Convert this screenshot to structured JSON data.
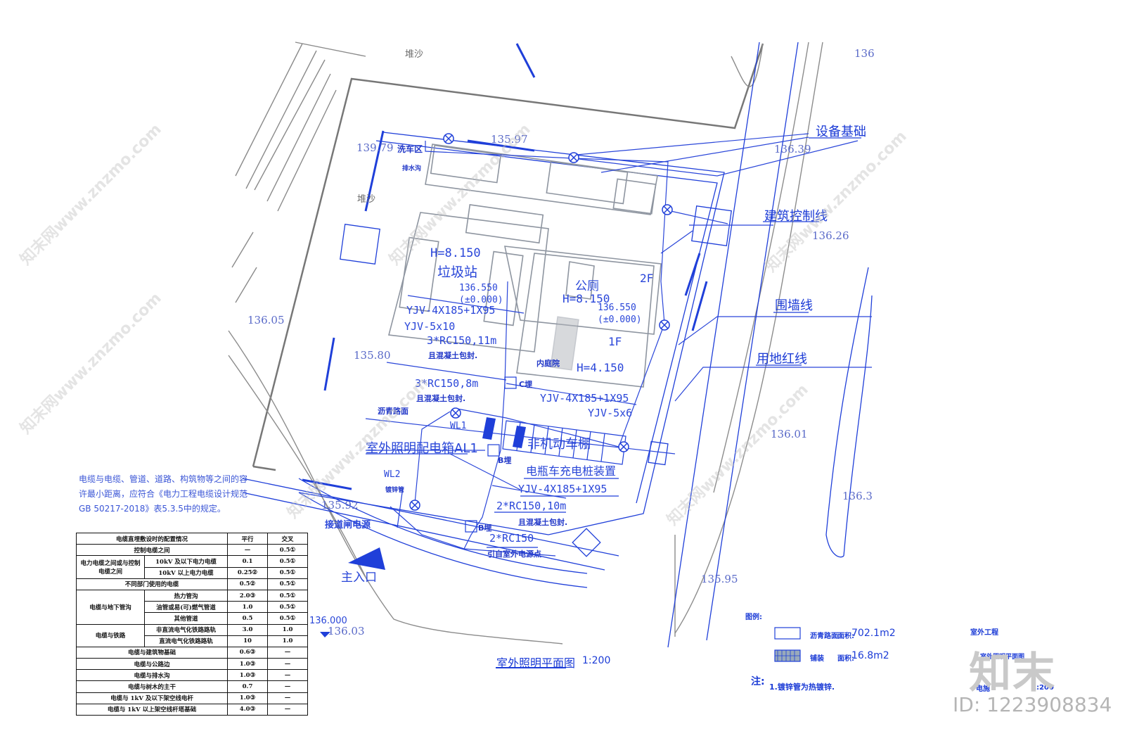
{
  "labels": {
    "sand_top": "堆沙",
    "sand_mid": "堆沙",
    "car_wash": "洗车区",
    "drain": "排水沟",
    "equipment_base": "设备基础",
    "building_control": "建筑控制线",
    "wall_line": "围墙线",
    "red_line": "用地红线",
    "garbage_station": "垃圾站",
    "garbage_h": "H=8.150",
    "garbage_elev1": "136.550",
    "garbage_elev2": "(±0.000)",
    "toilet": "公厕",
    "toilet_h": "H=8.150",
    "toilet_elev1": "136.550",
    "toilet_elev2": "(±0.000)",
    "floor_2f": "2F",
    "floor_1f": "1F",
    "courtyard": "内庭院",
    "h_4150": "H=4.150",
    "asphalt": "沥青路面",
    "outdoor_box": "室外照明配电箱AL1",
    "wl1": "WL1",
    "wl2": "WL2",
    "nonmotor": "非机动车棚",
    "ev_charge": "电瓶车充电桩装置",
    "gate_power": "接道闸电源",
    "main_entrance": "主入口",
    "c_pit": "C埋",
    "b_pit1": "B埋",
    "b_pit2": "B埋",
    "wm_pipe": "镀锌管",
    "from_outdoor": "引自室外电源点"
  },
  "cables": {
    "c1": "YJV-4X185+1X95",
    "c2": "YJV-5x10",
    "c3": "3*RC150,11m",
    "c3_note": "且混凝土包封.",
    "c4": "3*RC150,8m",
    "c4_note": "且混凝土包封.",
    "c5": "YJV-4X185+1X95",
    "c6": "YJV-5x6",
    "c7": "YJV-4X185+1X95",
    "c8": "2*RC150,10m",
    "c8_note": "且混凝土包封.",
    "c9": "2*RC150"
  },
  "elevations": {
    "e1": "139.79",
    "e2": "135.97",
    "e3": "136.39",
    "e4": "136.26",
    "e5": "136.05",
    "e6": "135.80",
    "e7": "136.01",
    "e8": "135.92",
    "e9": "135.95",
    "e10": "136.03",
    "e11": "136.000",
    "e12": "136",
    "e13": "136.3"
  },
  "note": "电缆与电缆、管道、道路、构筑物等之间的容许最小距离，应符合《电力工程电缆设计规范GB 50217-2018》表5.3.5中的规定。",
  "table": {
    "headers": [
      "电缆直埋敷设时的配置情况",
      "平行",
      "交叉"
    ],
    "rows": [
      {
        "group": "",
        "item": "控制电缆之间",
        "parallel": "—",
        "cross": "0.5①"
      },
      {
        "group": "电力电缆之间或与控制电缆之间",
        "item": "10kV 及以下电力电缆",
        "parallel": "0.1",
        "cross": "0.5①"
      },
      {
        "group": "",
        "item": "10kV 以上电力电缆",
        "parallel": "0.25②",
        "cross": "0.5①"
      },
      {
        "group": "",
        "item": "不同部门使用的电缆",
        "parallel": "0.5②",
        "cross": "0.5①"
      },
      {
        "group": "电缆与地下管沟",
        "item": "热力管沟",
        "parallel": "2.0③",
        "cross": "0.5①"
      },
      {
        "group": "",
        "item": "油管或易(可)燃气管道",
        "parallel": "1.0",
        "cross": "0.5①"
      },
      {
        "group": "",
        "item": "其他管道",
        "parallel": "0.5",
        "cross": "0.5①"
      },
      {
        "group": "电缆与铁路",
        "item": "非直流电气化铁路路轨",
        "parallel": "3.0",
        "cross": "1.0"
      },
      {
        "group": "",
        "item": "直流电气化铁路路轨",
        "parallel": "10",
        "cross": "1.0"
      },
      {
        "group": "",
        "item": "电缆与建筑物基础",
        "parallel": "0.6③",
        "cross": "—"
      },
      {
        "group": "",
        "item": "电缆与公路边",
        "parallel": "1.0③",
        "cross": "—"
      },
      {
        "group": "",
        "item": "电缆与排水沟",
        "parallel": "1.0③",
        "cross": "—"
      },
      {
        "group": "",
        "item": "电缆与树木的主干",
        "parallel": "0.7",
        "cross": "—"
      },
      {
        "group": "",
        "item": "电缆与 1kV 及以下架空线电杆",
        "parallel": "1.0③",
        "cross": "—"
      },
      {
        "group": "",
        "item": "电缆与 1kV 以上架空线杆塔基础",
        "parallel": "4.0③",
        "cross": "—"
      }
    ]
  },
  "title": {
    "name": "室外照明平面图",
    "scale": "1:200"
  },
  "legend": {
    "heading": "图例:",
    "asphalt_label": "沥青路面",
    "asphalt_area_lbl": "面积:",
    "asphalt_area": "702.1m2",
    "paving_label": "铺装",
    "paving_area_lbl": "面积:",
    "paving_area": "16.8m2",
    "note_heading": "注:",
    "note_1": "1.镀锌管为热镀锌."
  },
  "titleblock": {
    "project": "室外工程",
    "drawing": "室外照明平面图",
    "discipline": "电施",
    "scale": "1:200"
  },
  "watermark": {
    "site": "知末网www.znzmo.com",
    "logo": "知末",
    "id": "ID: 1223908834"
  },
  "colors": {
    "line": "#1f3fd9",
    "building": "#9aa0a8",
    "boundary": "#6e6e6e"
  }
}
